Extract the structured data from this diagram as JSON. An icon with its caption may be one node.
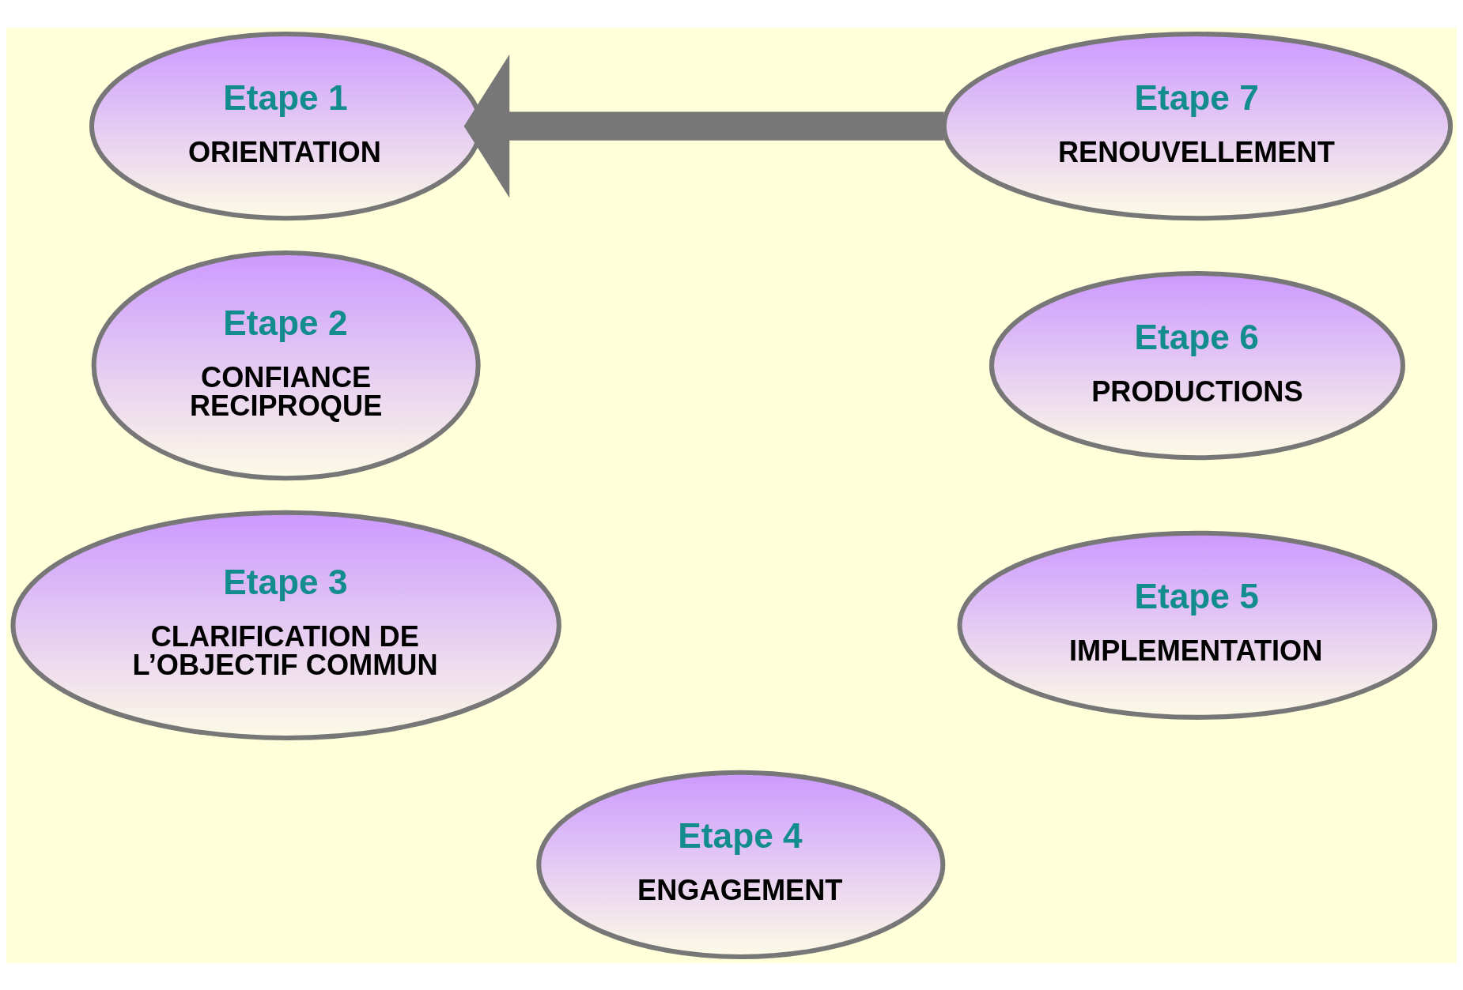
{
  "diagram": {
    "nodes": [
      {
        "text": [
          "Etape 1",
          "ORIENTATION"
        ]
      },
      {
        "text": [
          "Etape 2",
          "CONFIANCE RECIPROQUE"
        ]
      },
      {
        "text": [
          "Etape 3",
          "CLARIFICATION DE L’OBJECTIF COMMUN"
        ]
      },
      {
        "text": [
          "Etape 4",
          "ENGAGEMENT"
        ]
      },
      {
        "text": [
          "Etape 5",
          "IMPLEMENTATION"
        ]
      },
      {
        "text": [
          "Etape 6",
          "PRODUCTIONS"
        ]
      },
      {
        "text": [
          "Etape 7",
          "RENOUVELLEMENT"
        ]
      }
    ],
    "edges": [
      {
        "from": 6,
        "to": 0,
        "arrow": "to"
      }
    ]
  }
}
